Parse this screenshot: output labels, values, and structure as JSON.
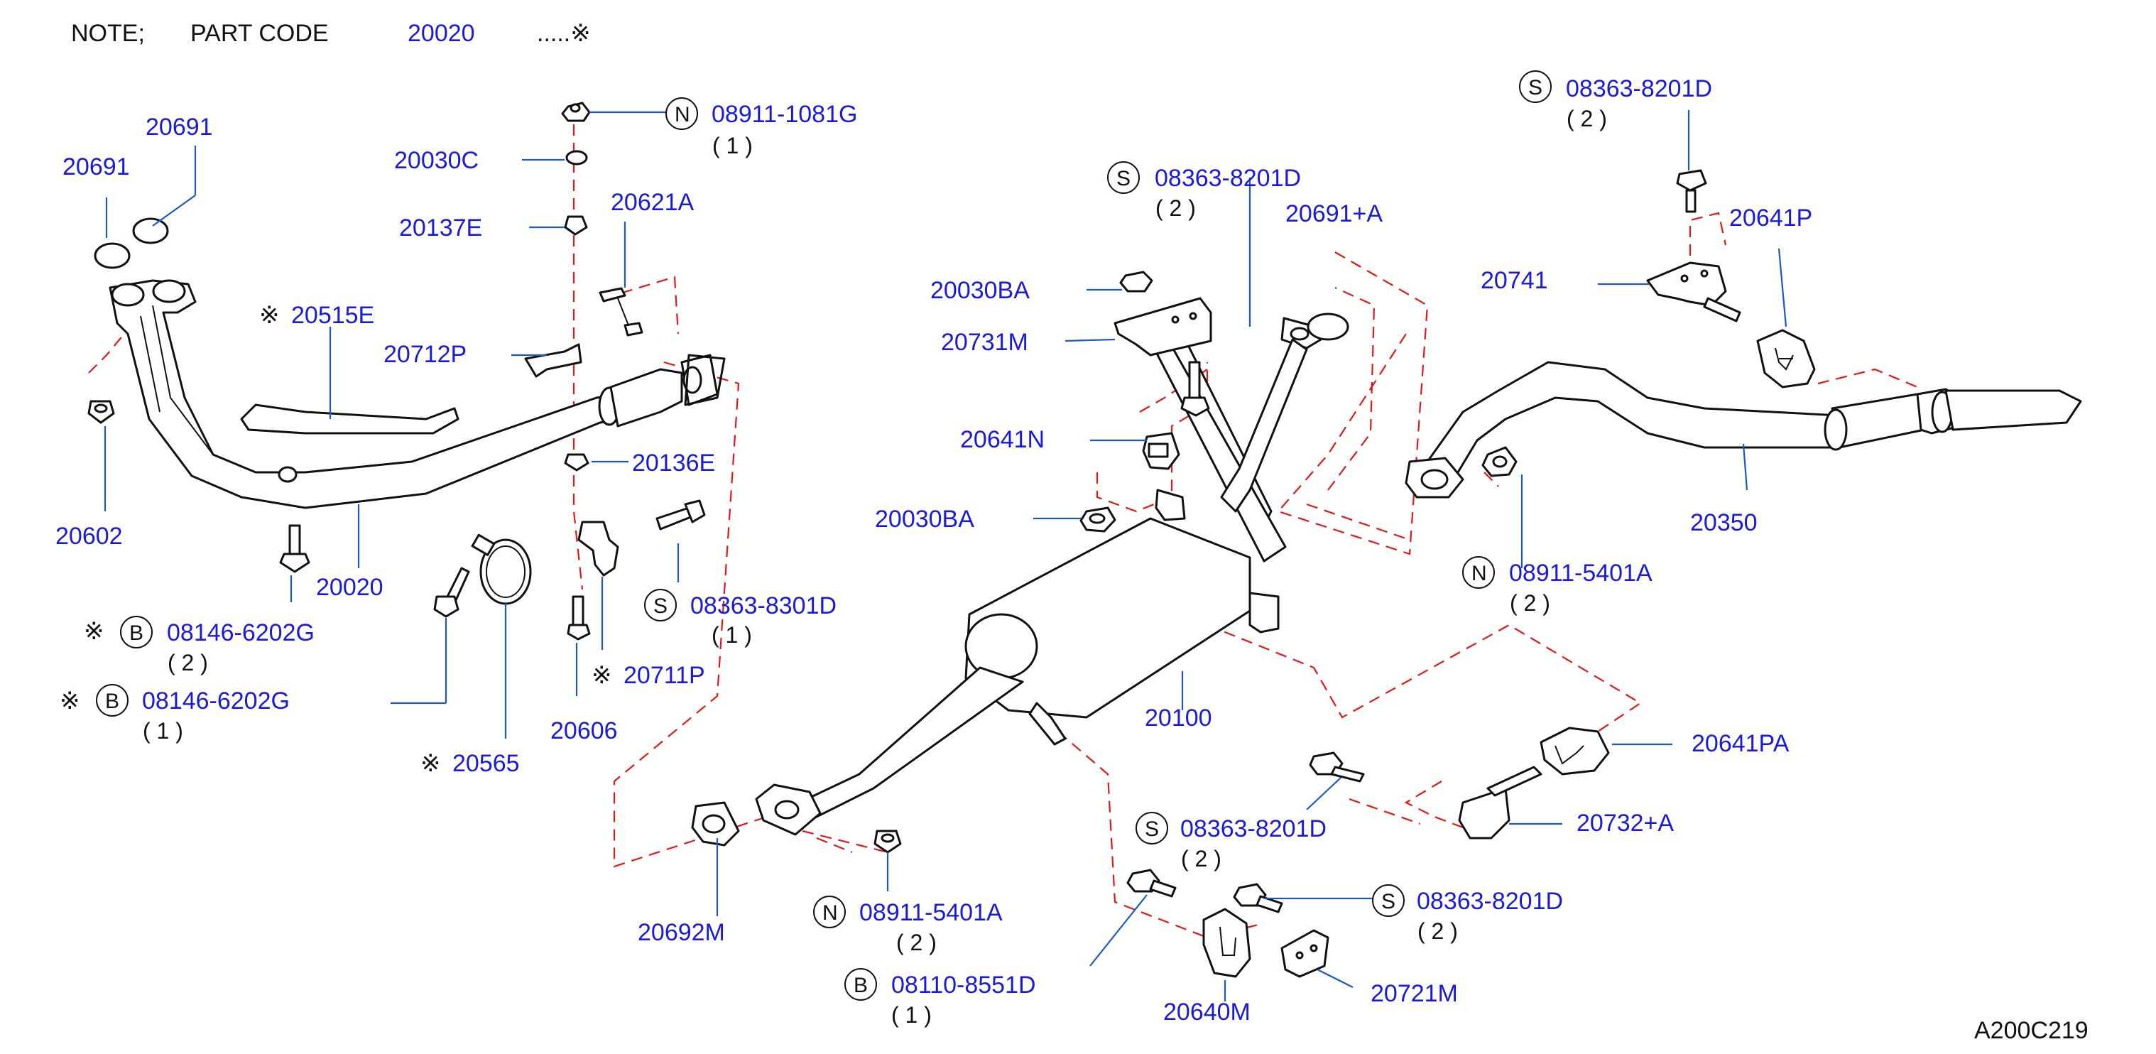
{
  "note": {
    "prefix": "NOTE;",
    "part_code_label": "PART   CODE",
    "part_code_value": "20020",
    "suffix": ".....※"
  },
  "symbols": {
    "star": "※",
    "S": "S",
    "N": "N",
    "B": "B"
  },
  "labels": {
    "p20691_a": "20691",
    "p20691_b": "20691",
    "p20030C": "20030C",
    "p20137E": "20137E",
    "p20621A": "20621A",
    "p20515E": "20515E",
    "p20712P": "20712P",
    "p20602": "20602",
    "p20020": "20020",
    "p20136E": "20136E",
    "p20711P": "20711P",
    "p20606": "20606",
    "p20565": "20565",
    "p20030BA_top": "20030BA",
    "p20731M": "20731M",
    "p20641N": "20641N",
    "p20030BA_mid": "20030BA",
    "p20691A": "20691+A",
    "p20741": "20741",
    "p20641P": "20641P",
    "p20350": "20350",
    "p20100": "20100",
    "p20692M": "20692M",
    "p20641PA": "20641PA",
    "p20732A": "20732+A",
    "p20640M": "20640M",
    "p20721M": "20721M",
    "diagram_code": "A200C219"
  },
  "fasteners": {
    "n_08911_1081G": {
      "code": "08911-1081G",
      "qty": "( 1 )"
    },
    "s_08363_8201D_top": {
      "code": "08363-8201D",
      "qty": "( 2 )"
    },
    "s_08363_8201D_right": {
      "code": "08363-8201D",
      "qty": "( 2 )"
    },
    "s_08363_8301D": {
      "code": "08363-8301D",
      "qty": "( 1 )"
    },
    "b_08146_6202G_a": {
      "code": "08146-6202G",
      "qty": "( 2 )"
    },
    "b_08146_6202G_b": {
      "code": "08146-6202G",
      "qty": "( 1 )"
    },
    "n_08911_5401A_right": {
      "code": "08911-5401A",
      "qty": "( 2 )"
    },
    "s_08363_8201D_lower": {
      "code": "08363-8201D",
      "qty": "( 2 )"
    },
    "s_08363_8201D_bottom": {
      "code": "08363-8201D",
      "qty": "( 2 )"
    },
    "n_08911_5401A_left": {
      "code": "08911-5401A",
      "qty": "( 2 )"
    },
    "b_08110_8551D": {
      "code": "08110-8551D",
      "qty": "( 1 )"
    }
  },
  "colors": {
    "label": "#1a1adb",
    "leader": "#1a57c8",
    "dash": "#e01818",
    "line": "#111111"
  }
}
